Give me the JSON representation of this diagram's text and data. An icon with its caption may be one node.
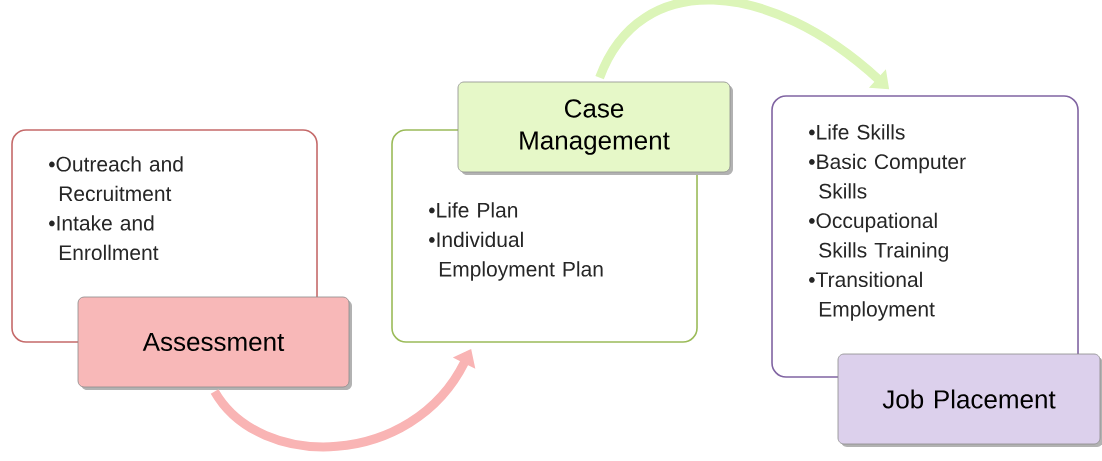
{
  "diagram": {
    "nodes": [
      {
        "text": [
          "•Outreach and Recruitment",
          "•Intake and Enrollment"
        ]
      },
      {
        "text": [
          "Assessment"
        ]
      },
      {
        "text": [
          "•Life Plan",
          "•Individual Employment Plan"
        ]
      },
      {
        "text": [
          "Case Management"
        ]
      },
      {
        "text": [
          "•Life Skills",
          "•Basic Computer Skills",
          "•Occupational Skills Training",
          "•Transitional Employment"
        ]
      },
      {
        "text": [
          "Job Placement"
        ]
      }
    ],
    "edges": [
      {
        "from": 1,
        "to": 2,
        "arrow": "to",
        "color": "#f9b4b4"
      },
      {
        "from": 3,
        "to": 4,
        "arrow": "to",
        "color": "#dcf5b8"
      }
    ]
  }
}
